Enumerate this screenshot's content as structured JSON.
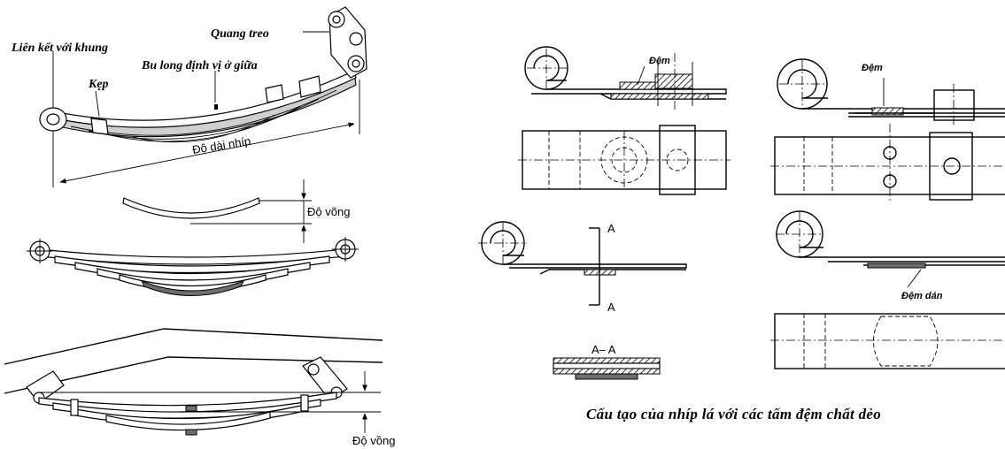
{
  "left_panel": {
    "label_frame_link": "Liên kết với khung",
    "label_shackle": "Quang treo",
    "label_center_bolt": "Bu long định vị ở giữa",
    "label_clamp": "Kẹp",
    "label_spring_length": "Độ dài nhíp",
    "label_deflection": "Độ võng",
    "label_camber": "Độ vồng"
  },
  "right_panel": {
    "label_pad_1": "Đệm",
    "label_pad_2": "Đệm",
    "label_section_a_top": "A",
    "label_section_a_bottom": "A",
    "label_section_aa": "A– A",
    "label_bonded_pad": "Đệm dán",
    "caption": "Cấu tạo của nhíp lá với các tấm đệm chất dẻo"
  }
}
